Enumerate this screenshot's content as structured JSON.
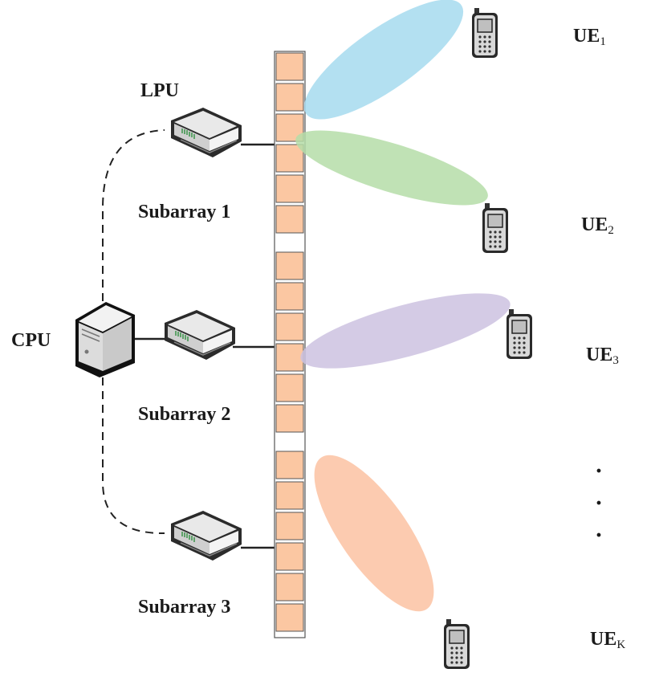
{
  "labels": {
    "lpu": "LPU",
    "cpu": "CPU",
    "subarray_1": "Subarray 1",
    "subarray_2": "Subarray 2",
    "subarray_3": "Subarray 3"
  },
  "ues": [
    {
      "prefix": "UE",
      "subscript": "1"
    },
    {
      "prefix": "UE",
      "subscript": "2"
    },
    {
      "prefix": "UE",
      "subscript": "3"
    },
    {
      "prefix": "UE",
      "subscript": "K"
    }
  ],
  "ellipsis": "·",
  "colors": {
    "antenna_element": "#FBC7A2",
    "antenna_border": "#555555",
    "beam_1": "#A6DBEF",
    "beam_2": "#B5DDA8",
    "beam_3": "#CCC2E0",
    "beam_k": "#FBC2A2",
    "phone_body": "#D9D9D9",
    "server_body": "#E6E6E6"
  },
  "icons": {
    "cpu": "server-icon",
    "lpu": "router-icon",
    "ue": "mobile-phone-icon"
  }
}
